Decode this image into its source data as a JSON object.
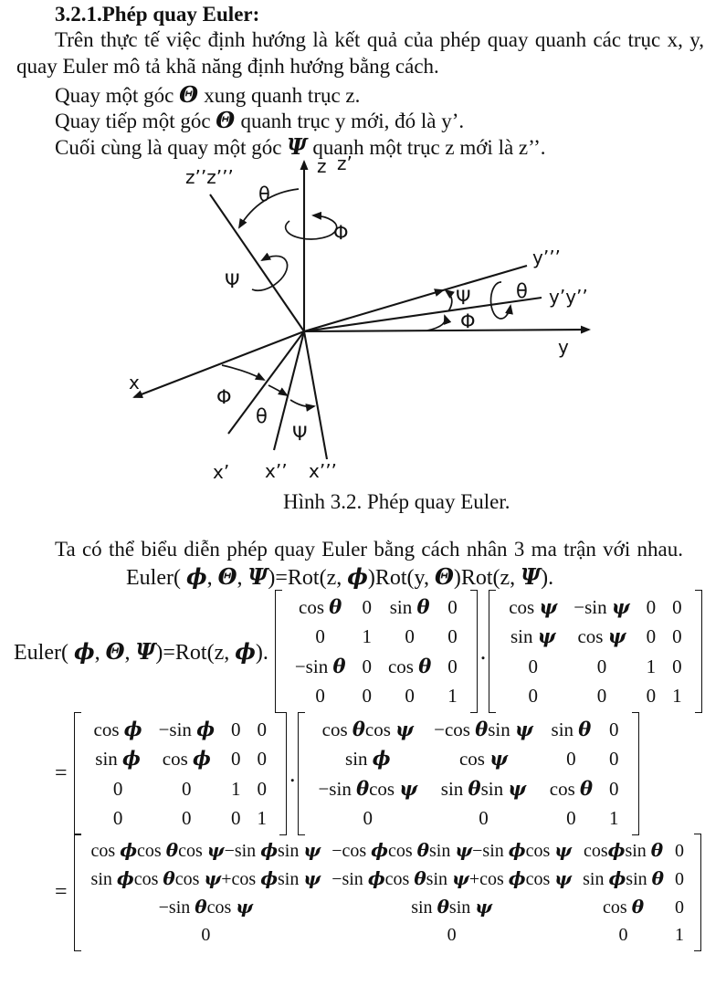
{
  "colors": {
    "text": "#111111",
    "background": "#ffffff"
  },
  "heading": "3.2.1.Phép quay Euler:",
  "paragraph": {
    "line1": "Trên thực tế việc định hướng là kết quả của phép quay quanh các trục x, y,",
    "line2": "quay Euler mô tả khã năng định hướng bằng cách."
  },
  "steps": [
    {
      "before": "Quay một góc ",
      "symbol": "Θ",
      "after": " xung quanh trục z."
    },
    {
      "before": "Quay tiếp một góc ",
      "symbol": "Θ",
      "after": " quanh trục y mới, đó là y’."
    },
    {
      "before": "Cuối cùng là quay một góc ",
      "symbol": "Ψ",
      "after": " quanh một trục z mới là z’’."
    }
  ],
  "figure": {
    "caption": "Hình 3.2. Phép quay Euler.",
    "labels": {
      "z": "z",
      "z1": "z’",
      "z23": "z’’z’’’",
      "theta_top": "θ",
      "phi_top": "Φ",
      "psi_left": "Ψ",
      "y3": "y’’’",
      "theta_right": "θ",
      "y12": "y’y’’",
      "psi_right": "Ψ",
      "phi_right": "Φ",
      "y": "y",
      "x": "x",
      "phi_bottom": "Φ",
      "theta_bottom": "θ",
      "psi_bottom": "Ψ",
      "x1": "x’",
      "x2": "x’’",
      "x3": "x’’’"
    }
  },
  "body2": "Ta có thể biểu diễn phép quay Euler bằng cách nhân 3 ma trận với nhau.",
  "eq_intro": "Euler( ϕ, Θ, Ψ)=Rot(z, ϕ)Rot(y, Θ)Rot(z, Ψ).",
  "eq1": {
    "lhs": "Euler( ϕ, Θ, Ψ)=Rot(z, ϕ).",
    "dot": ".",
    "matrix_rot_y": [
      [
        "cos θ",
        "0",
        "sin θ",
        "0"
      ],
      [
        "0",
        "1",
        "0",
        "0"
      ],
      [
        "−sin θ",
        "0",
        "cos θ",
        "0"
      ],
      [
        "0",
        "0",
        "0",
        "1"
      ]
    ],
    "matrix_rot_z_psi": [
      [
        "cos ψ",
        "−sin ψ",
        "0",
        "0"
      ],
      [
        "sin ψ",
        "cos ψ",
        "0",
        "0"
      ],
      [
        "0",
        "0",
        "1",
        "0"
      ],
      [
        "0",
        "0",
        "0",
        "1"
      ]
    ]
  },
  "eq2": {
    "lhs": "=",
    "dot": ".",
    "matrix_rot_z_phi": [
      [
        "cos ϕ",
        "−sin ϕ",
        "0",
        "0"
      ],
      [
        "sin ϕ",
        "cos ϕ",
        "0",
        "0"
      ],
      [
        "0",
        "0",
        "1",
        "0"
      ],
      [
        "0",
        "0",
        "0",
        "1"
      ]
    ],
    "matrix_partial": [
      [
        "cos θcos ψ",
        "−cos θsin ψ",
        "sin θ",
        "0"
      ],
      [
        "sin ϕ",
        "cos ψ",
        "0",
        "0"
      ],
      [
        "−sin θcos ψ",
        "sin θsin ψ",
        "cos θ",
        "0"
      ],
      [
        "0",
        "0",
        "0",
        "1"
      ]
    ]
  },
  "eq3": {
    "lhs": "=",
    "matrix_final": [
      [
        "cos ϕcos θcos ψ−sin ϕsin ψ",
        "−cos ϕcos θsin ψ−sin ϕcos ψ",
        "cosϕsin θ",
        "0"
      ],
      [
        "sin ϕcos θcos ψ+cos ϕsin ψ",
        "−sin ϕcos θsin ψ+cos ϕcos ψ",
        "sin ϕsin θ",
        "0"
      ],
      [
        "−sin θcos ψ",
        "sin θsin ψ",
        "cos θ",
        "0"
      ],
      [
        "0",
        "0",
        "0",
        "1"
      ]
    ]
  }
}
